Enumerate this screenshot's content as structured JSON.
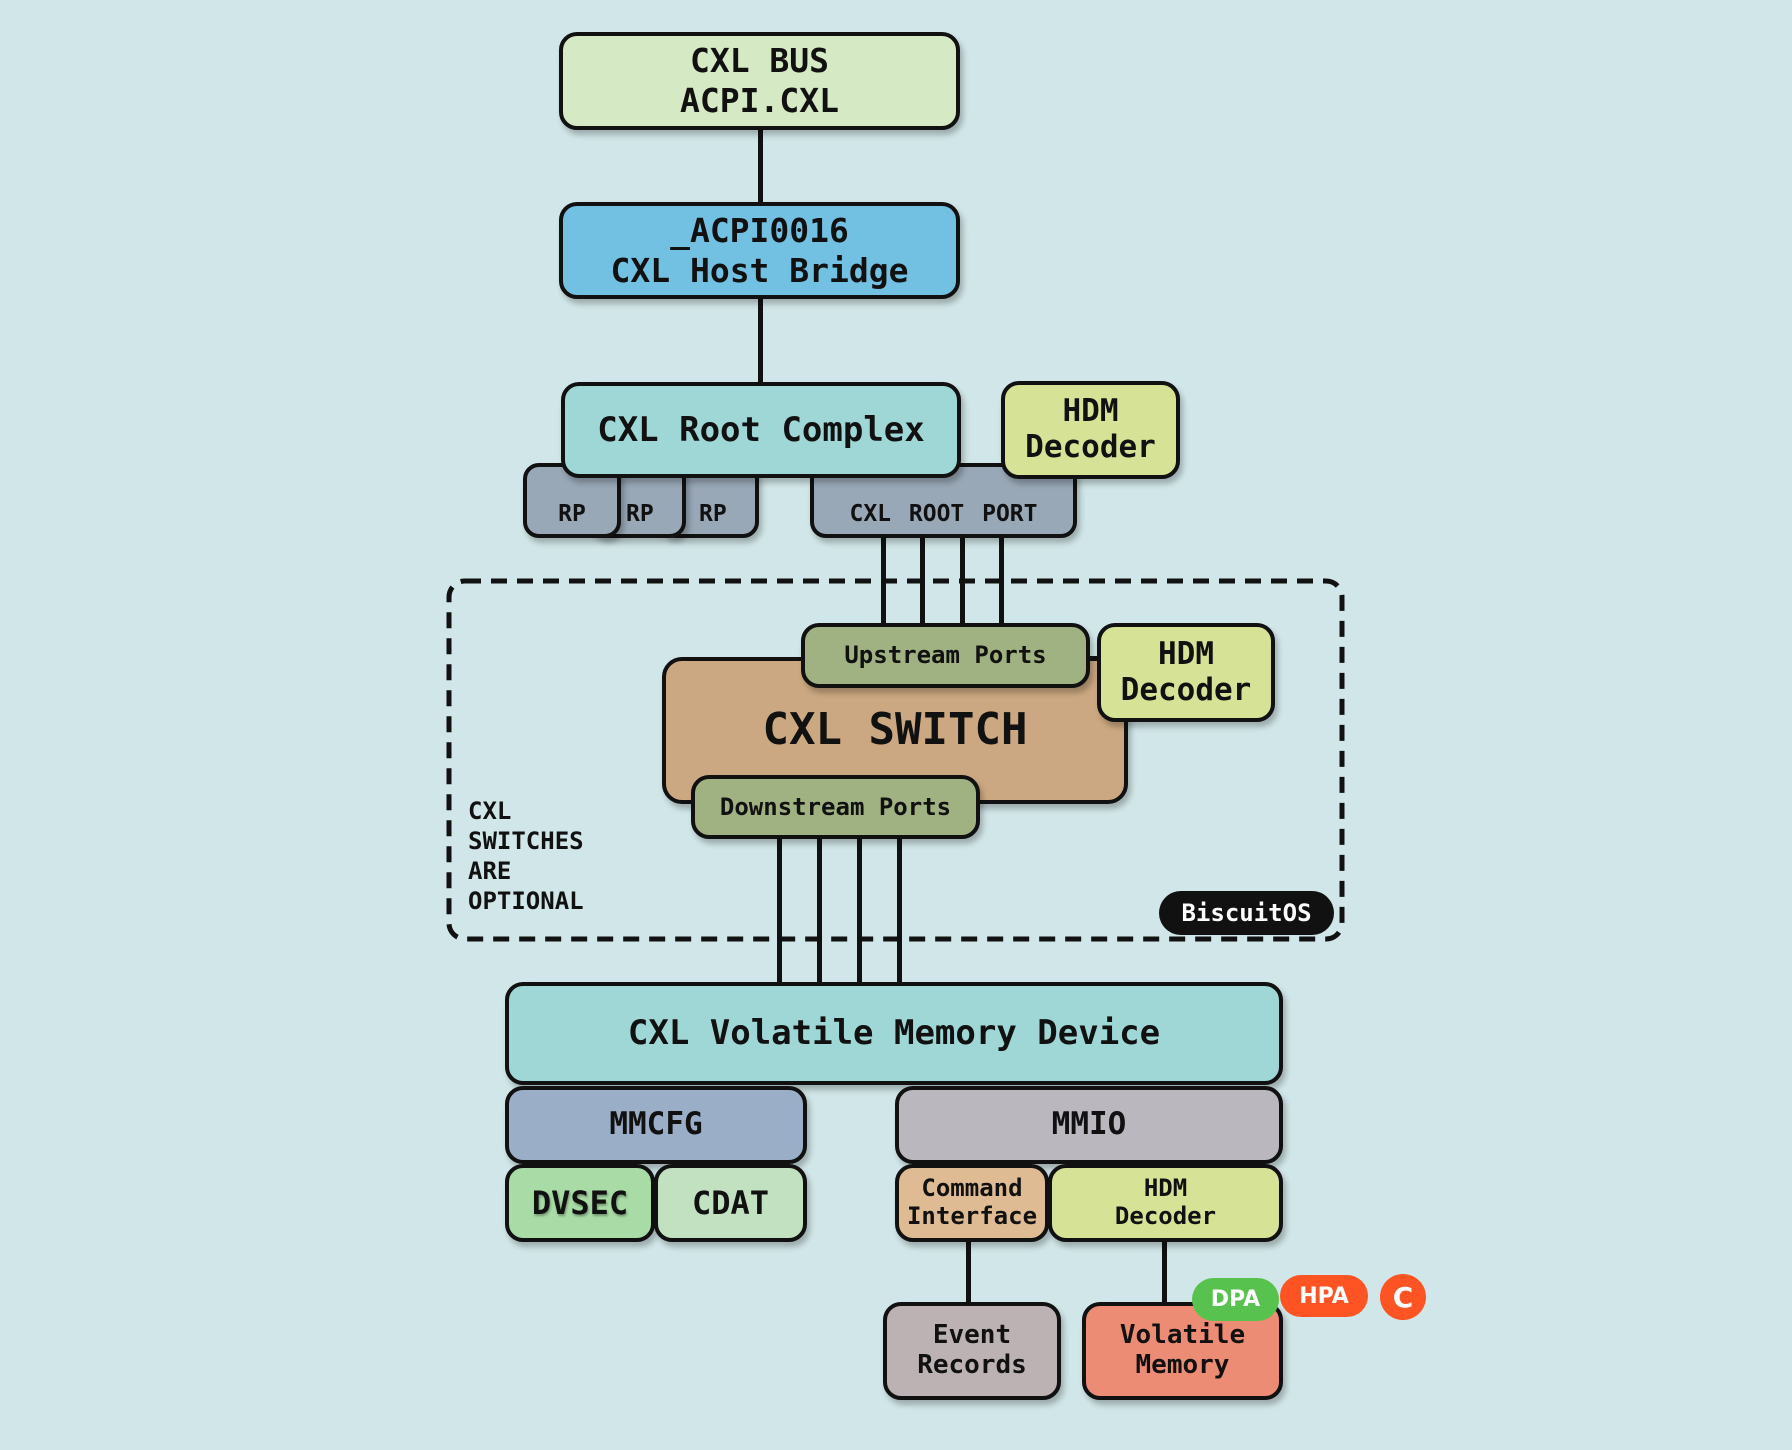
{
  "colors": {
    "background": "#d1e6e8",
    "cxl_bus": "#d5e9c4",
    "host_bridge": "#73c1e2",
    "root_complex": "#9ed7d6",
    "hdm_decoder": "#d6e396",
    "root_port": "#99a8b7",
    "switch": "#cba881",
    "switch_ports": "#a0b182",
    "volatile_device": "#9ed7d6",
    "mmcfg": "#9aaec7",
    "mmio": "#bab8be",
    "dvsec": "#a8dba6",
    "cdat": "#c1e1c1",
    "command_interface": "#dfbb93",
    "event_records": "#bdb2b3",
    "volatile_memory": "#ec8c74",
    "dpa": "#58c24f",
    "hpa": "#fe5322",
    "badge": "#111111"
  },
  "nodes": {
    "cxl_bus": "CXL BUS\nACPI.CXL",
    "host_bridge": "_ACPI0016\nCXL Host Bridge",
    "root_complex": "CXL Root Complex",
    "root_complex_hdm": "HDM\nDecoder",
    "root_ports": [
      "RP",
      "RP",
      "RP"
    ],
    "cxl_root_port": "CXL ROOT PORT",
    "upstream_ports": "Upstream Ports",
    "switch_hdm": "HDM\nDecoder",
    "cxl_switch": "CXL SWITCH",
    "downstream_ports": "Downstream Ports",
    "switch_note": "CXL\nSWITCHES\nARE\nOPTIONAL",
    "volatile_device": "CXL Volatile Memory Device",
    "mmcfg": "MMCFG",
    "mmio": "MMIO",
    "dvsec": "DVSEC",
    "cdat": "CDAT",
    "command_interface": "Command\nInterface",
    "device_hdm": "HDM\nDecoder",
    "event_records": "Event\nRecords",
    "volatile_memory": "Volatile\nMemory"
  },
  "badges": {
    "watermark": "BiscuitOS",
    "dpa": "DPA",
    "hpa": "HPA",
    "c": "C"
  }
}
